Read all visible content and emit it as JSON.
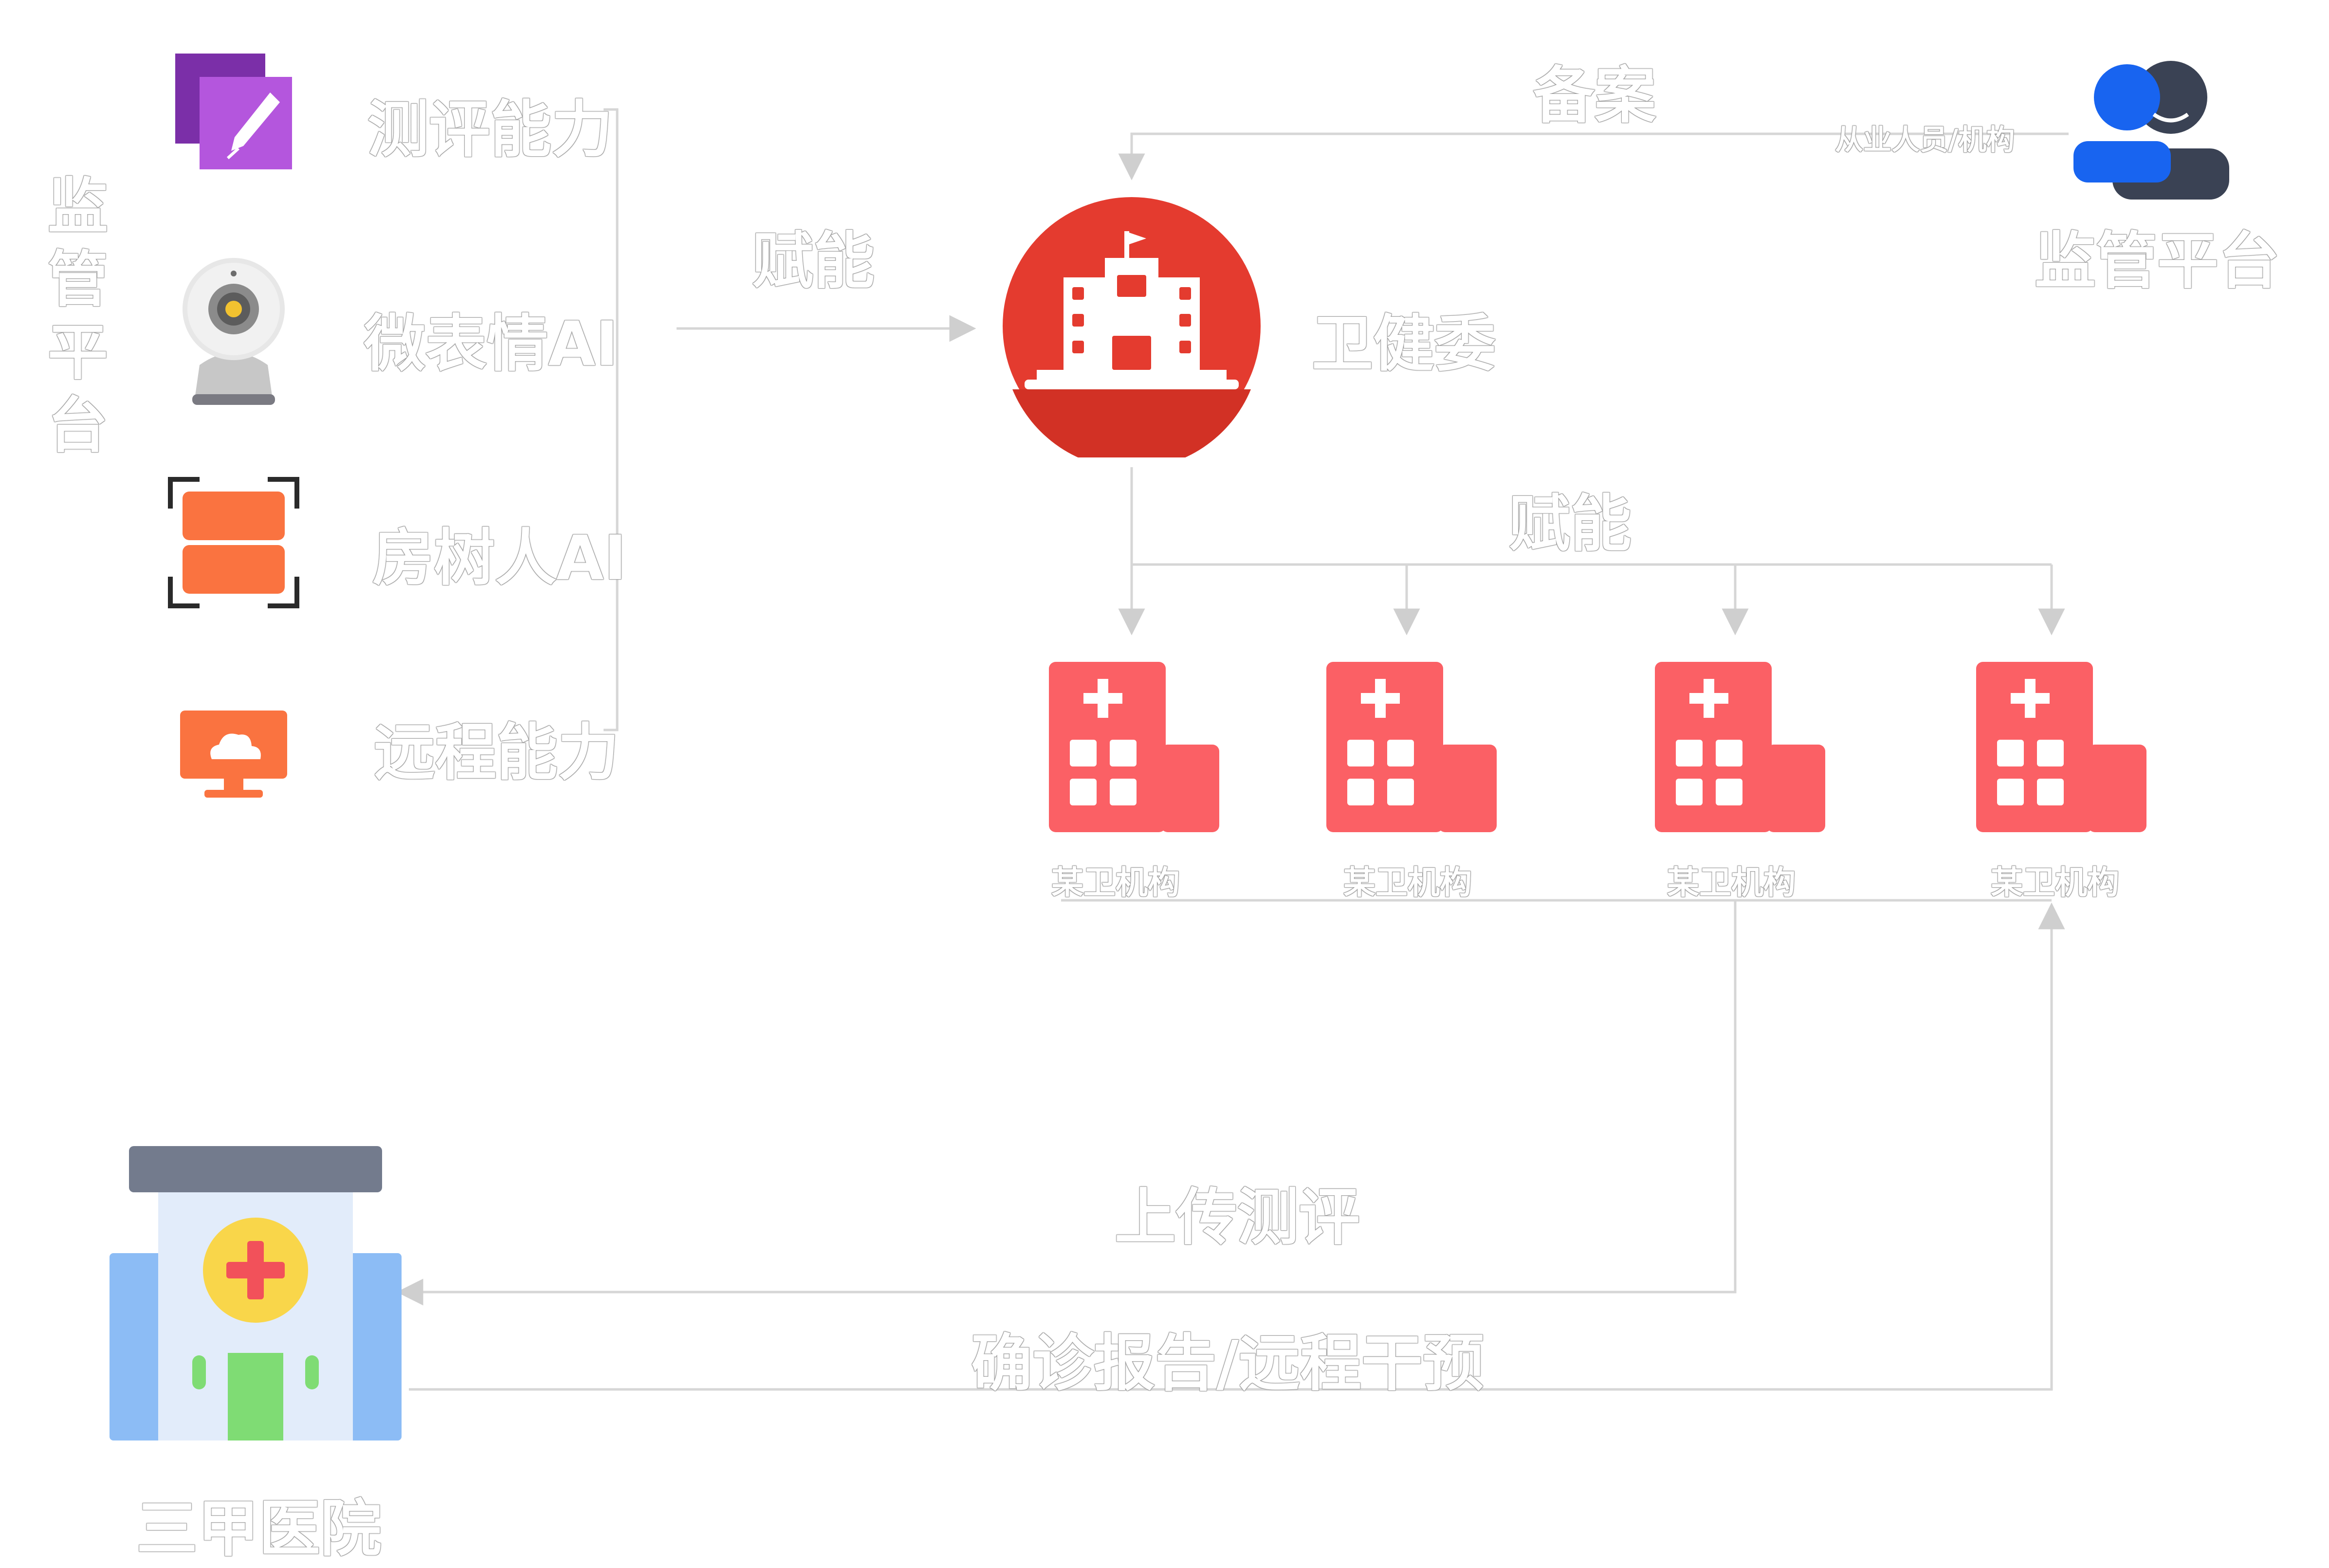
{
  "left_side_label": "监\n管\n平\n台",
  "capabilities": [
    {
      "label": "测评能力",
      "icon": "edit-note-icon"
    },
    {
      "label": "微表情AI",
      "icon": "webcam-icon"
    },
    {
      "label": "房树人AI",
      "icon": "scan-frame-icon"
    },
    {
      "label": "远程能力",
      "icon": "cloud-monitor-icon"
    }
  ],
  "empower_label_1": "赋能",
  "commission": {
    "label": "卫健委",
    "icon": "government-building-icon"
  },
  "record_label": "备案",
  "practitioner_label": "从业人员/机构",
  "platform": {
    "label": "监管平台",
    "icon": "users-icon"
  },
  "empower_label_2": "赋能",
  "institutions": [
    {
      "label": "某卫机构",
      "icon": "hospital-icon"
    },
    {
      "label": "某卫机构",
      "icon": "hospital-icon"
    },
    {
      "label": "某卫机构",
      "icon": "hospital-icon"
    },
    {
      "label": "某卫机构",
      "icon": "hospital-icon"
    }
  ],
  "upload_label": "上传测评",
  "report_label": "确诊报告/远程干预",
  "hospital": {
    "label": "三甲医院",
    "icon": "hospital-building-icon"
  },
  "colors": {
    "red_accent": "#e43b2f",
    "institution_red": "#fb6065",
    "orange": "#fa7340",
    "purple": "#9c3fc8",
    "blue": "#1864f0",
    "line_gray": "#d4d4d4"
  }
}
